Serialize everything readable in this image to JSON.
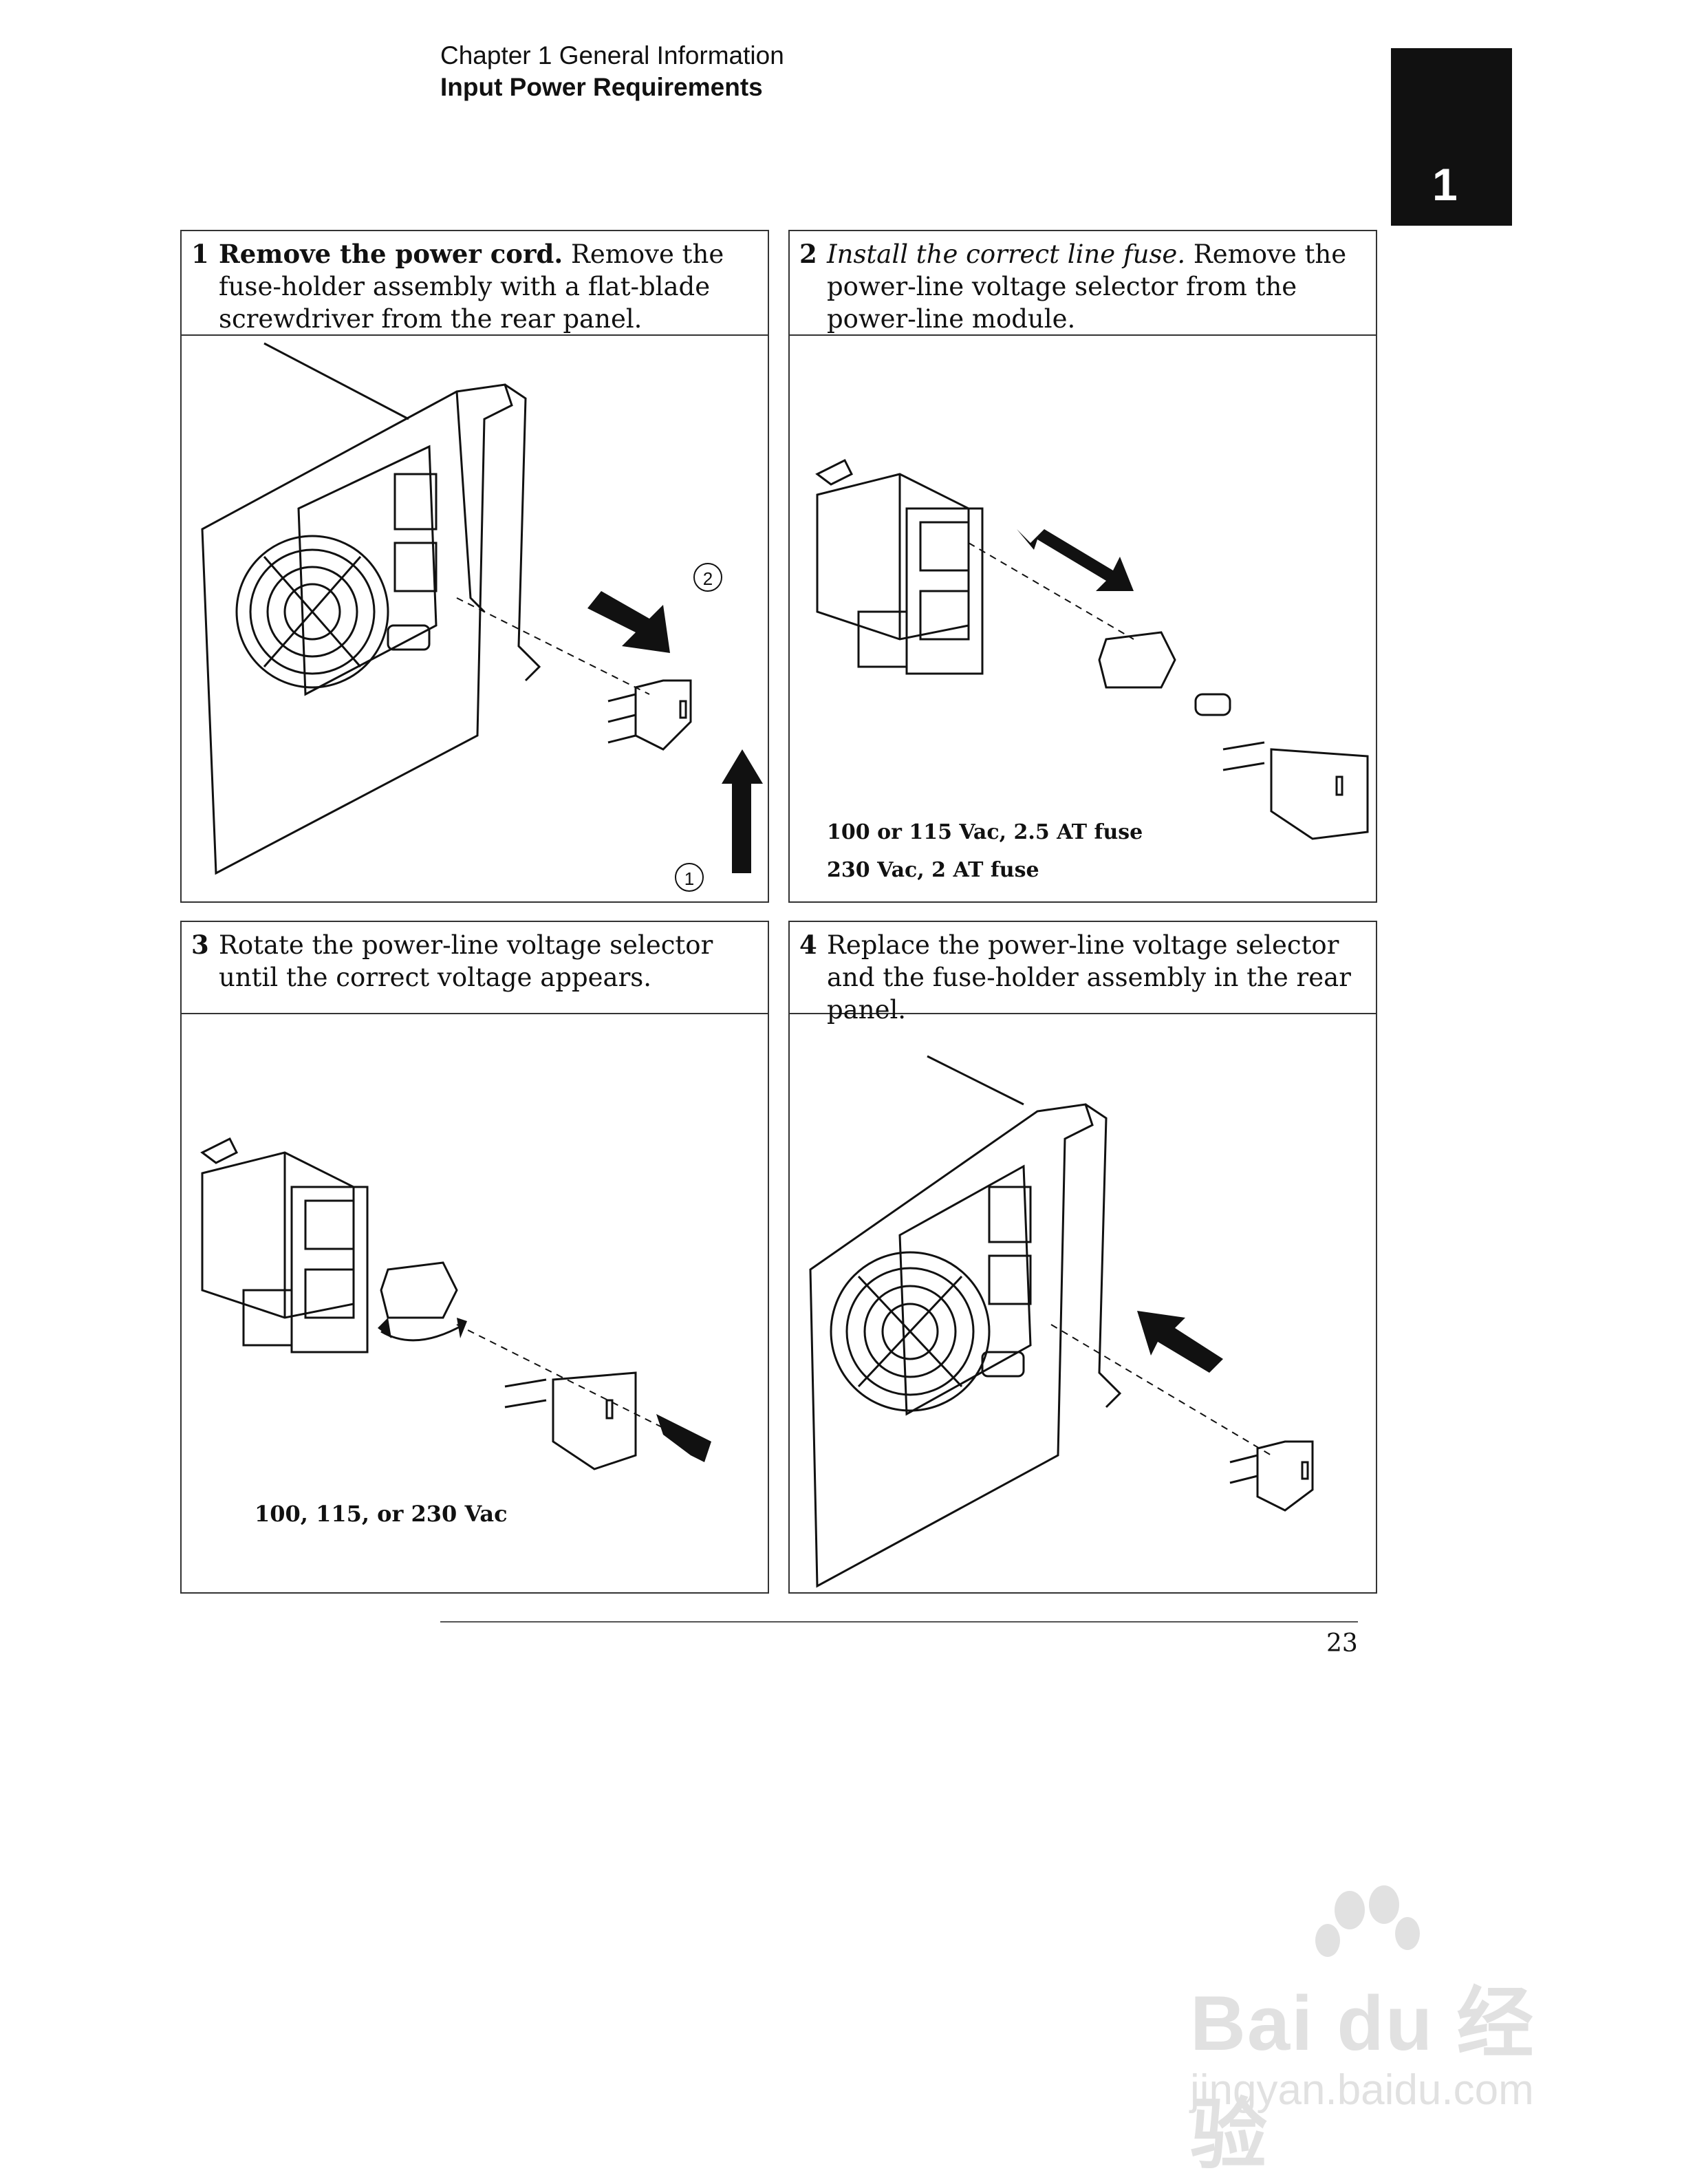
{
  "header": {
    "chapter": "Chapter 1 General Information",
    "section": "Input Power Requirements"
  },
  "chapter_tab": "1",
  "steps": [
    {
      "number": "1",
      "lead": "Remove the power cord.",
      "text": " Remove the fuse-holder assembly with a flat-blade screwdriver from the rear panel.",
      "callouts": [
        "1",
        "2"
      ],
      "labels": []
    },
    {
      "number": "2",
      "lead": "Install the correct line fuse.",
      "text": " Remove the power-line voltage selector from the power-line module.",
      "callouts": [],
      "labels": [
        "100 or 115 Vac, 2.5 AT fuse",
        "230 Vac, 2 AT fuse"
      ]
    },
    {
      "number": "3",
      "lead": "",
      "text": "Rotate the power-line voltage selector until the correct voltage appears.",
      "callouts": [],
      "labels": [
        "100, 115, or 230 Vac"
      ]
    },
    {
      "number": "4",
      "lead": "",
      "text": "Replace the power-line voltage selector and the fuse-holder assembly in the rear panel.",
      "callouts": [],
      "labels": []
    }
  ],
  "footer": {
    "page_number": "23"
  },
  "watermark": {
    "brand": "Bai du 经验",
    "url": "jingyan.baidu.com"
  }
}
